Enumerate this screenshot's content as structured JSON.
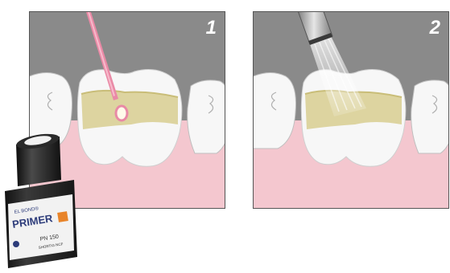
{
  "steps": [
    {
      "number": "1",
      "action": "apply-primer-with-brush"
    },
    {
      "number": "2",
      "action": "air-dry-with-syringe"
    }
  ],
  "bottle": {
    "brand_text": "EL BOND®",
    "product_text": "PRIMER",
    "pn_text": "PN 150",
    "shelf_text": "SHORTIG NCF"
  },
  "colors": {
    "panel_bg": "#8a8a8a",
    "gum": "#f4c7cf",
    "tooth": "#f7f7f7",
    "primer": "#d9cf96",
    "brush": "#e98aa6",
    "bottle": "#1e1e1e",
    "label": "#f2f2f2"
  }
}
